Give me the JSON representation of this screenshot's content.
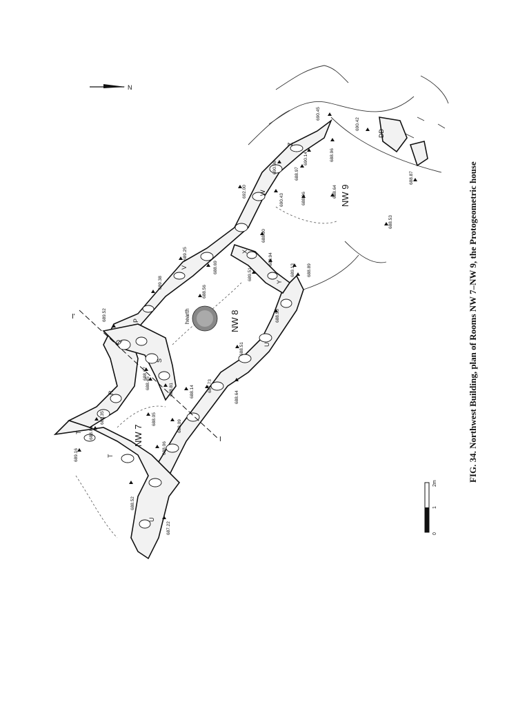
{
  "caption": "FIG. 34. Northwest Building, plan of Rooms NW 7–NW 9, the Protogeometric house",
  "north_arrow": {
    "label": "N",
    "icon": "north-arrow-icon"
  },
  "scale_bar": {
    "ticks": [
      "0",
      "1",
      "2m"
    ]
  },
  "section_marks": {
    "i": "I",
    "i_prime": "I'"
  },
  "rooms": {
    "nw7": "NW 7",
    "nw8": "NW 8",
    "nw9": "NW 9"
  },
  "features": {
    "hearth": "hearth",
    "dd": "DD"
  },
  "wall_letters": {
    "p": "P",
    "q": "Q",
    "r": "R",
    "s": "S",
    "t1": "T",
    "t2": "T",
    "u1": "U",
    "u2": "U",
    "v": "V",
    "w": "W",
    "x": "X",
    "y": "Y",
    "z": "Z"
  },
  "elevations": {
    "e1": "690.45",
    "e2": "690.42",
    "e3": "688.96",
    "e4": "690.14",
    "e5": "690.98",
    "e6": "688.97",
    "e7": "692.00",
    "e8": "690.43",
    "e9": "688.96",
    "e10": "688.64",
    "e11": "688.87",
    "e12": "688.53",
    "e13": "689.25",
    "e14": "688.90",
    "e15": "688.69",
    "e16": "688.94",
    "e17": "689.13",
    "e18": "689.51",
    "e19": "688.89",
    "e20": "689.38",
    "e21": "688.56",
    "e22": "688.55",
    "e23": "689.52",
    "e24": "688.51",
    "e25": "688.67",
    "e26": "688.45",
    "e27": "688.81",
    "e28": "688.14",
    "e29": "687.73",
    "e30": "688.64",
    "e31": "688.35",
    "e32": "688.05",
    "e33": "688.09",
    "e34": "688.06",
    "e35": "689.16",
    "e36": "688.81",
    "e37": "688.52",
    "e38": "687.22"
  }
}
